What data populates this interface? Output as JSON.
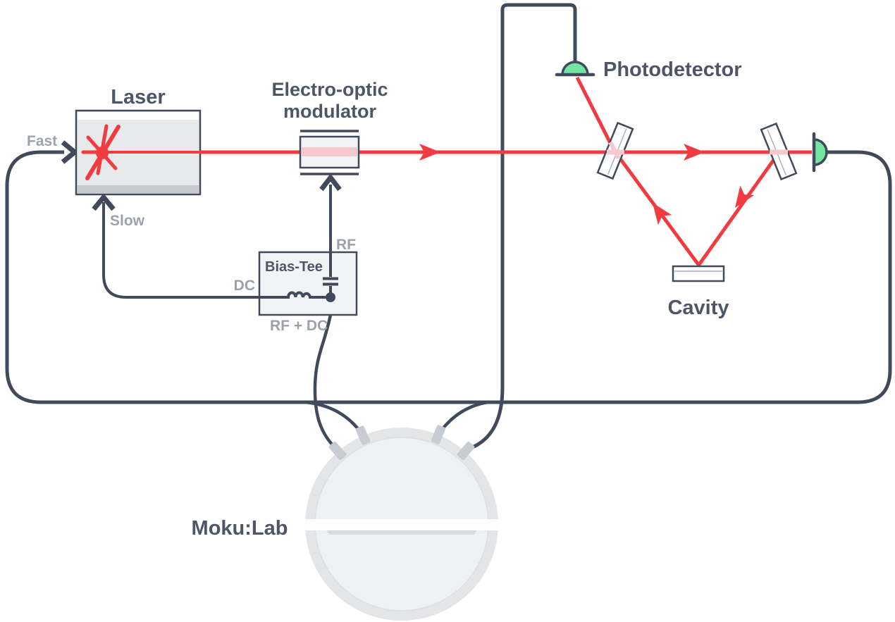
{
  "diagram": {
    "title_hint": "Pound-Drever-Hall laser lock optical setup",
    "labels": {
      "laser": "Laser",
      "eom_line1": "Electro-optic",
      "eom_line2": "modulator",
      "photodetector": "Photodetector",
      "cavity": "Cavity",
      "bias_tee": "Bias-Tee",
      "moku": "Moku:Lab",
      "fast": "Fast",
      "slow": "Slow",
      "rf": "RF",
      "dc": "DC",
      "rf_dc": "RF + DC"
    },
    "colors": {
      "wire": "#414a5b",
      "beam": "#f23a41",
      "beam_tint": "#f5c9cd",
      "detector": "#72e5a5",
      "label_dark": "#4d5668",
      "label_gray": "#9aa2ac",
      "box_fill": "#e8e9eb",
      "box_top": "#fdfdfe",
      "box_bottom": "#c6cad0",
      "panel_fill": "#f2f3f5",
      "device_ring": "#e3e5e7",
      "device_face": "#eef0f1",
      "device_edge": "#dde0e3",
      "connector": "#c7ccd2",
      "band": "#fdfdfd",
      "band_shadow": "#d8dbde",
      "mirror_line": "#a7aeb8"
    }
  }
}
